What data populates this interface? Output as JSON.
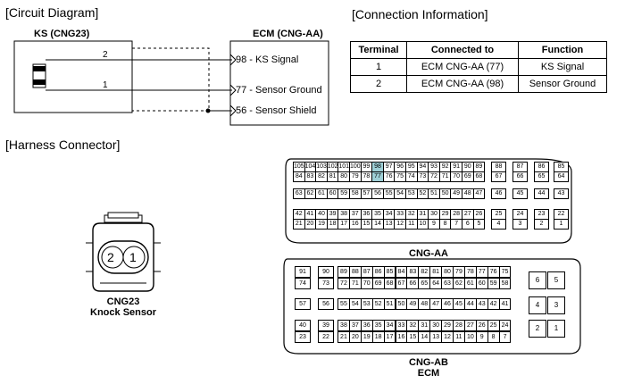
{
  "circuit": {
    "heading": "[Circuit Diagram]",
    "ks_label": "KS (CNG23)",
    "ecm_label": "ECM (CNG-AA)",
    "ks_pins": [
      "2",
      "1"
    ],
    "ecm_pins": [
      "98 - KS Signal",
      "77 - Sensor Ground",
      "56 - Sensor Shield"
    ]
  },
  "connection": {
    "heading": "[Connection Information]",
    "headers": [
      "Terminal",
      "Connected to",
      "Function"
    ],
    "rows": [
      [
        "1",
        "ECM CNG-AA (77)",
        "KS Signal"
      ],
      [
        "2",
        "ECM CNG-AA (98)",
        "Sensor Ground"
      ]
    ]
  },
  "harness": {
    "heading": "[Harness Connector]",
    "cng23": {
      "pins": [
        "2",
        "1"
      ],
      "caption_line1": "CNG23",
      "caption_line2": "Knock Sensor"
    },
    "cng_aa": {
      "caption": "CNG-AA",
      "highlight_color": "#9ecfd6",
      "highlighted_pins": [
        "98",
        "77"
      ],
      "groups": [
        {
          "rows": [
            [
              "105",
              "104",
              "103",
              "102",
              "101",
              "100",
              "99",
              "98",
              "97",
              "96",
              "95",
              "94",
              "93",
              "92",
              "91",
              "90",
              "89"
            ],
            [
              "84",
              "83",
              "82",
              "81",
              "80",
              "79",
              "78",
              "77",
              "76",
              "75",
              "74",
              "73",
              "72",
              "71",
              "70",
              "69",
              "68"
            ]
          ]
        },
        {
          "rows": [
            [
              "63",
              "62",
              "61",
              "60",
              "59",
              "58",
              "57",
              "56",
              "55",
              "54",
              "53",
              "52",
              "51",
              "50",
              "49",
              "48",
              "47"
            ]
          ]
        },
        {
          "rows": [
            [
              "42",
              "41",
              "40",
              "39",
              "38",
              "37",
              "36",
              "35",
              "34",
              "33",
              "32",
              "31",
              "30",
              "29",
              "28",
              "27",
              "26"
            ],
            [
              "21",
              "20",
              "19",
              "18",
              "17",
              "16",
              "15",
              "14",
              "13",
              "12",
              "11",
              "10",
              "9",
              "8",
              "7",
              "6",
              "5"
            ]
          ]
        }
      ],
      "right_groups": [
        [
          "88",
          "87",
          "86",
          "85"
        ],
        [
          "67",
          "66",
          "65",
          "64"
        ],
        [
          "46",
          "45",
          "44",
          "43"
        ],
        [
          "25",
          "24",
          "23",
          "22"
        ],
        [
          "4",
          "3",
          "2",
          "1"
        ]
      ]
    },
    "cng_ab": {
      "caption_line1": "CNG-AB",
      "caption_line2": "ECM",
      "left_pairs": [
        [
          "91",
          "74"
        ],
        [
          "90",
          "73"
        ],
        [
          "57",
          "56"
        ],
        [
          "40",
          "23"
        ],
        [
          "39",
          "22"
        ]
      ],
      "main_rows": [
        [
          "89",
          "88",
          "87",
          "86",
          "85",
          "84",
          "83",
          "82",
          "81",
          "80",
          "79",
          "78",
          "77",
          "76",
          "75"
        ],
        [
          "72",
          "71",
          "70",
          "69",
          "68",
          "67",
          "66",
          "65",
          "64",
          "63",
          "62",
          "61",
          "60",
          "59",
          "58"
        ],
        [
          "55",
          "54",
          "53",
          "52",
          "51",
          "50",
          "49",
          "48",
          "47",
          "46",
          "45",
          "44",
          "43",
          "42",
          "41"
        ],
        [
          "38",
          "37",
          "36",
          "35",
          "34",
          "33",
          "32",
          "31",
          "30",
          "29",
          "28",
          "27",
          "26",
          "25",
          "24"
        ],
        [
          "21",
          "20",
          "19",
          "18",
          "17",
          "16",
          "15",
          "14",
          "13",
          "12",
          "11",
          "10",
          "9",
          "8",
          "7"
        ]
      ],
      "right_pins": [
        [
          "6",
          "5"
        ],
        [
          "4",
          "3"
        ],
        [
          "2",
          "1"
        ]
      ]
    }
  }
}
